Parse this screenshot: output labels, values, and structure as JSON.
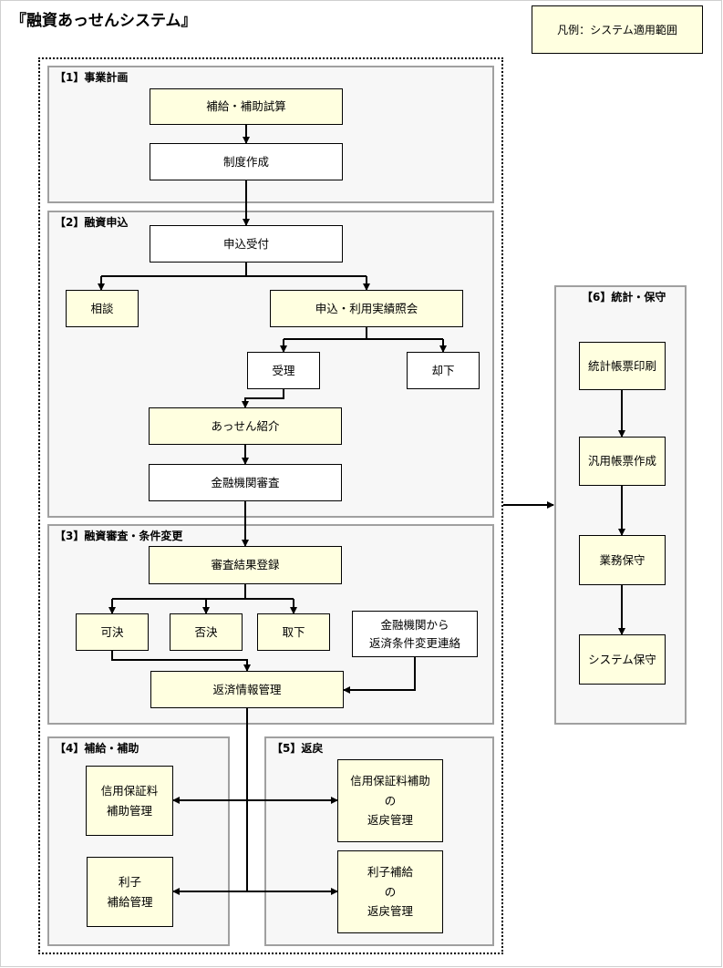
{
  "title": "『融資あっせんシステム』",
  "legend": "凡例：システム適用範囲",
  "sections": {
    "s1": "【1】事業計画",
    "s2": "【2】融資申込",
    "s3": "【3】融資審査・条件変更",
    "s4": "【4】補給・補助",
    "s5": "【5】返戻",
    "s6": "【6】統計・保守"
  },
  "nodes": {
    "hokyu_shisan": "補給・補助試算",
    "seido_sakusei": "制度作成",
    "moushikomi_uketsuke": "申込受付",
    "soudan": "相談",
    "jisseki_shoukai": "申込・利用実績照会",
    "juri": "受理",
    "kyakka": "却下",
    "assen_shoukai": "あっせん紹介",
    "kikan_shinsa": "金融機関審査",
    "shinsa_touroku": "審査結果登録",
    "kaketsu": "可決",
    "hiketsu": "否決",
    "torisage": "取下",
    "jouken_renraku": "金融機関から\n返済条件変更連絡",
    "hensai_kanri": "返済情報管理",
    "shinyou_hojo": "信用保証料\n補助管理",
    "rishi_hokyu": "利子\n補給管理",
    "shinyou_henrei": "信用保証料補助\nの\n返戻管理",
    "rishi_henrei": "利子補給\nの\n返戻管理",
    "toukei_insatsu": "統計帳票印刷",
    "hanyou_sakusei": "汎用帳票作成",
    "gyoumu_hoshu": "業務保守",
    "system_hoshu": "システム保守"
  },
  "colors": {
    "system": "#ffffe0",
    "manual": "#ffffff",
    "section_bg": "#f7f7f7",
    "section_border": "#a0a0a0"
  }
}
